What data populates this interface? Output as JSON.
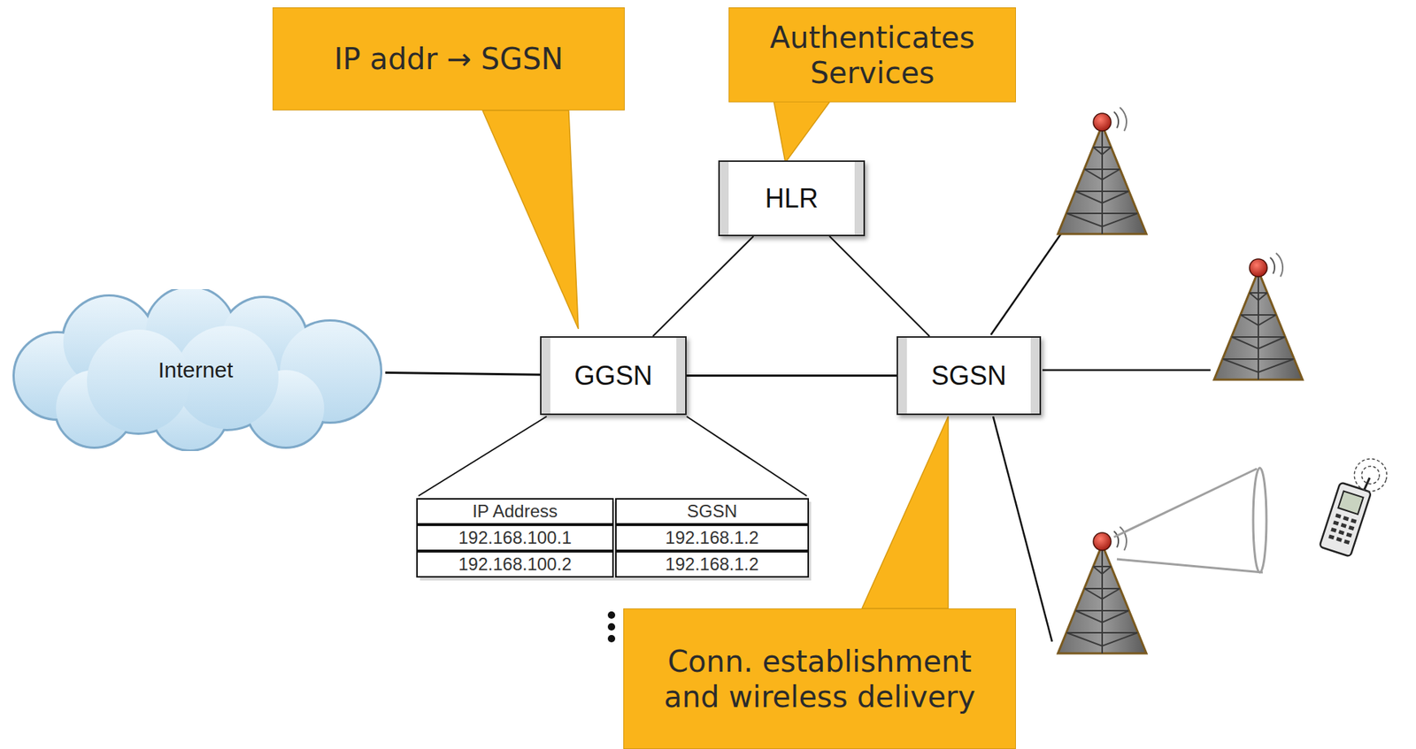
{
  "diagram": {
    "nodes": [
      {
        "text": [
          "IP addr → SGSN"
        ]
      },
      {
        "text": [
          "Authenticates Services"
        ]
      },
      {
        "text": [
          "HLR"
        ]
      },
      {
        "text": [
          "Internet"
        ]
      },
      {
        "text": [
          "GGSN"
        ]
      },
      {
        "text": [
          "SGSN"
        ]
      },
      {
        "text": [
          "Conn. establishment and wireless delivery"
        ]
      }
    ],
    "edges": [
      {
        "from": 3,
        "to": 4,
        "arrow": "none"
      },
      {
        "from": 2,
        "to": 4,
        "arrow": "none"
      },
      {
        "from": 2,
        "to": 5,
        "arrow": "none"
      },
      {
        "from": 4,
        "to": 5,
        "arrow": "none"
      }
    ],
    "labels": [
      "IP Address",
      "SGSN",
      "192.168.100.1",
      "192.168.1.2",
      "192.168.100.2",
      "192.168.1.2"
    ]
  }
}
